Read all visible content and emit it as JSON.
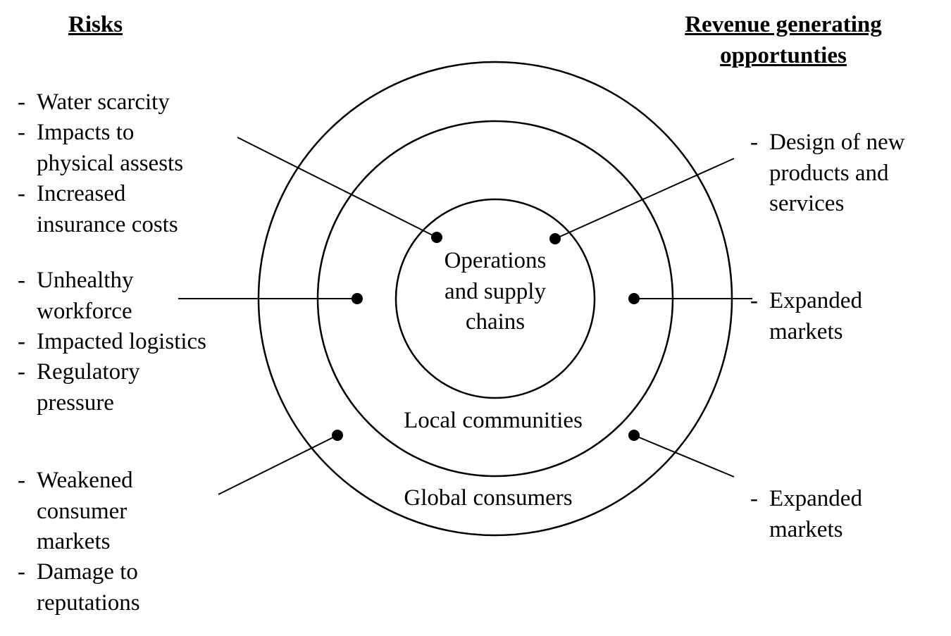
{
  "headings": {
    "risks": "Risks",
    "opportunities": "Revenue generating\nopportunties"
  },
  "circles": {
    "inner": "Operations\nand supply\nchains",
    "middle": "Local communities",
    "outer": "Global consumers"
  },
  "risks": [
    {
      "group": 1,
      "items": [
        "Water scarcity",
        "Impacts to\nphysical assests",
        "Increased\ninsurance costs"
      ]
    },
    {
      "group": 2,
      "items": [
        "Unhealthy\nworkforce",
        "Impacted logistics",
        "Regulatory\npressure"
      ]
    },
    {
      "group": 3,
      "items": [
        "Weakened\nconsumer\nmarkets",
        "Damage to\nreputations"
      ]
    }
  ],
  "opportunities": [
    {
      "group": 1,
      "items": [
        "Design of new\nproducts and\nservices"
      ]
    },
    {
      "group": 2,
      "items": [
        "Expanded\nmarkets"
      ]
    },
    {
      "group": 3,
      "items": [
        "Expanded\nmarkets"
      ]
    }
  ],
  "bullet": "-"
}
